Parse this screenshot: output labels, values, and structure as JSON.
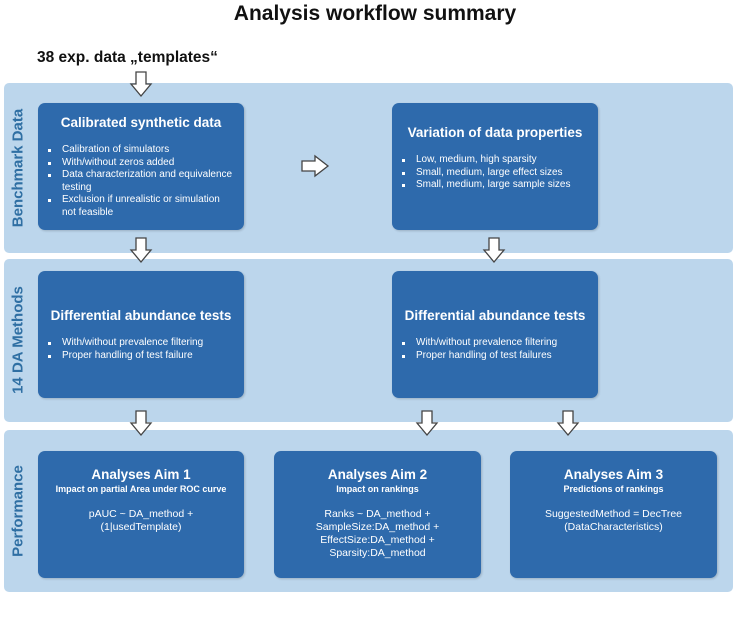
{
  "title": "Analysis workflow summary",
  "input_label": "38 exp. data „templates“",
  "bands": {
    "benchmark": "Benchmark Data",
    "methods": "14 DA Methods",
    "performance": "Performance"
  },
  "boxes": {
    "calibrated": {
      "title": "Calibrated synthetic data",
      "items": [
        "Calibration of simulators",
        "With/without zeros added",
        "Data characterization and equivalence testing",
        "Exclusion if unrealistic or simulation not feasible"
      ]
    },
    "variation": {
      "title": "Variation of data properties",
      "items": [
        "Low, medium, high sparsity",
        "Small, medium, large effect sizes",
        "Small, medium, large sample sizes"
      ]
    },
    "da_left": {
      "title": "Differential abundance tests",
      "items": [
        "With/without prevalence filtering",
        "Proper handling of test failure"
      ]
    },
    "da_right": {
      "title": "Differential abundance tests",
      "items": [
        "With/without prevalence filtering",
        "Proper handling of test failures"
      ]
    },
    "aim1": {
      "title": "Analyses Aim 1",
      "subtitle": "Impact on partial Area under ROC curve",
      "formula": [
        "pAUC ~ DA_method +",
        "(1|usedTemplate)"
      ]
    },
    "aim2": {
      "title": "Analyses Aim 2",
      "subtitle": "Impact on rankings",
      "formula": [
        "Ranks  ~  DA_method +",
        "SampleSize:DA_method +",
        "EffectSize:DA_method +",
        "Sparsity:DA_method"
      ]
    },
    "aim3": {
      "title": "Analyses Aim 3",
      "subtitle": "Predictions of rankings",
      "formula": [
        "SuggestedMethod = DecTree",
        "(DataCharacteristics)"
      ]
    }
  },
  "colors": {
    "band": "#bcd6ec",
    "box": "#2e6aac",
    "band_label": "#2f6fa3"
  },
  "icons": {
    "arrows": "hollow-block-arrow"
  }
}
